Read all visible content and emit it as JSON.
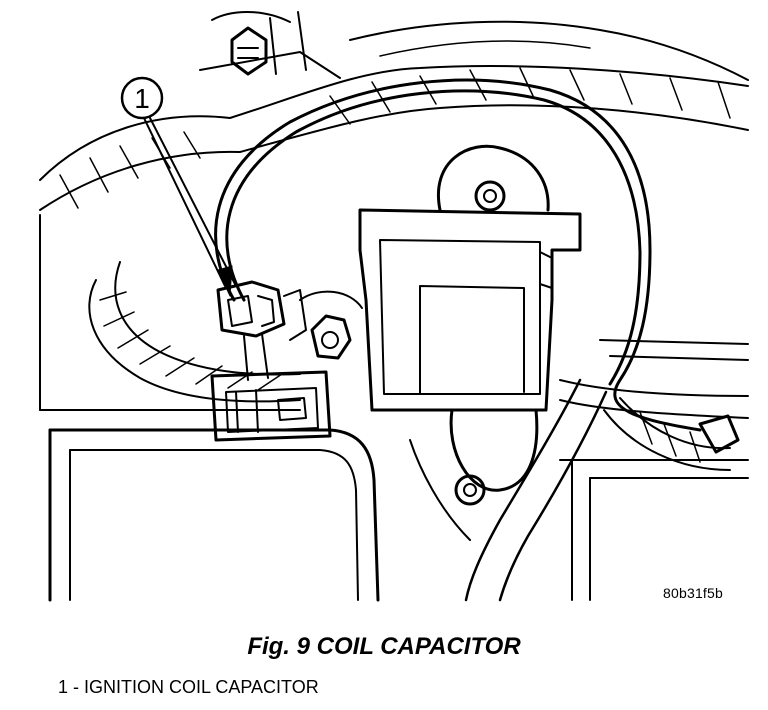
{
  "figure": {
    "callout_number": "1",
    "image_code": "80b31f5b"
  },
  "caption": {
    "text": "Fig. 9 COIL CAPACITOR"
  },
  "legend": {
    "items": [
      {
        "text": "1 - IGNITION COIL CAPACITOR"
      }
    ]
  }
}
